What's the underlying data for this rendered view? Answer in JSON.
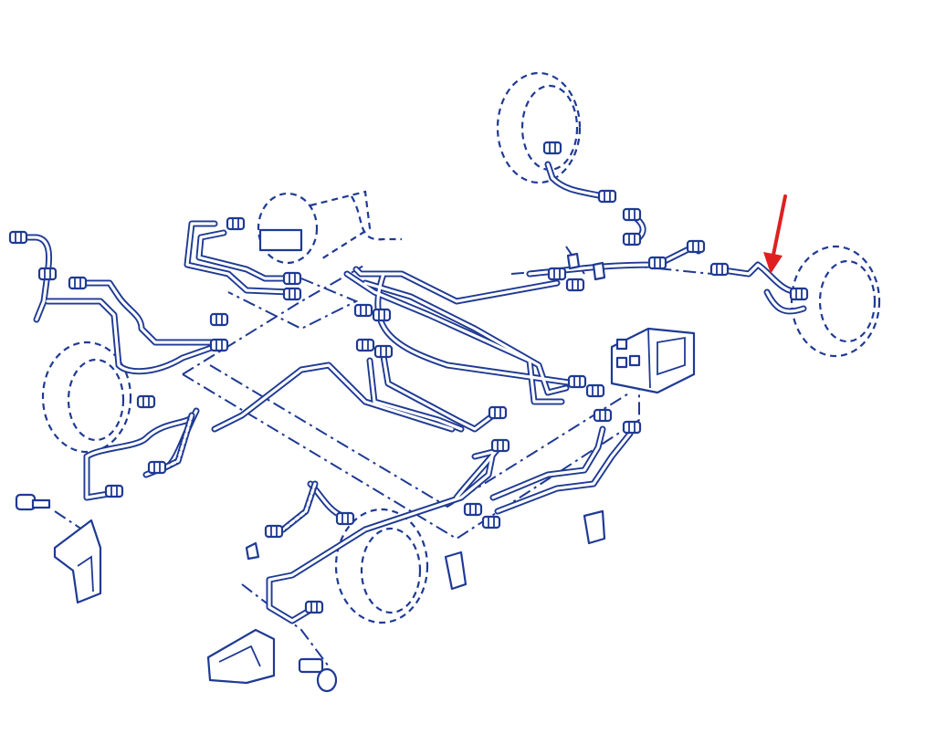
{
  "diagram": {
    "kind": "exploded-view-line-drawing",
    "subject": "brake-lines",
    "labels": []
  },
  "colors": {
    "line": "#1f3a93",
    "background": "#ffffff",
    "highlight_arrow": "#e02020"
  },
  "highlight": {
    "icon": "red-arrow-icon",
    "points_to": "rear-right-brake-pipe"
  }
}
